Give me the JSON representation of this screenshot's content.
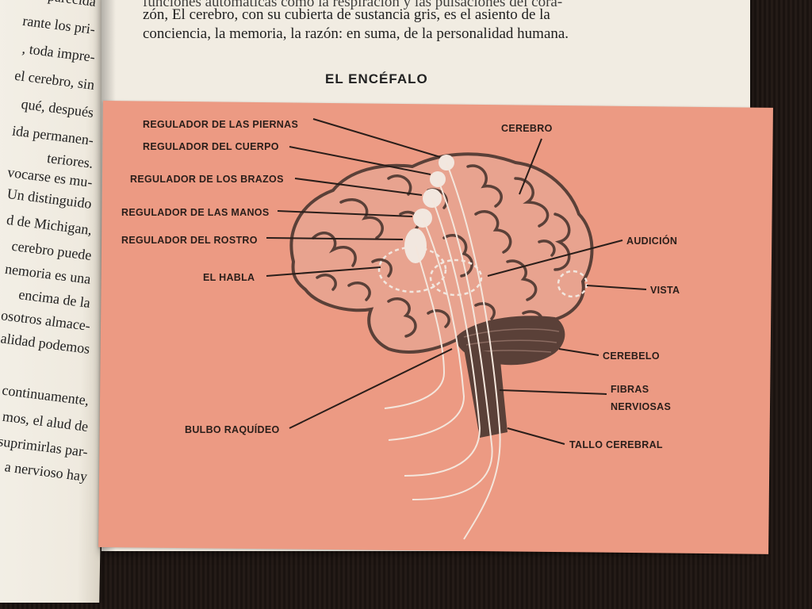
{
  "left_page": {
    "lines": [
      "s parecida",
      "rante los pri-",
      ", toda impre-",
      "el cerebro, sin",
      "qué, después",
      "ida permanen-",
      "teriores.",
      "vocarse es mu-",
      "Un distinguido",
      "d de Michigan,",
      "cerebro puede",
      "nemoria es una",
      "encima de la",
      "osotros almace-",
      "alidad podemos",
      "continuamente,",
      "mos, el alud de",
      "suprimirlas par-",
      "a nervioso hay"
    ]
  },
  "right_page": {
    "line_1": "funciones automáticas como la respiración y las pulsaciones del cora-",
    "line_2": "zón, El cerebro, con su cubierta de sustancia gris, es el asiento de la",
    "line_3": "conciencia, la memoria, la razón: en suma, de la personalidad humana.",
    "title": "EL ENCÉFALO"
  },
  "diagram": {
    "labels": {
      "piernas": "REGULADOR DE LAS PIERNAS",
      "cuerpo": "REGULADOR DEL CUERPO",
      "brazos": "REGULADOR DE LOS BRAZOS",
      "manos": "REGULADOR DE LAS MANOS",
      "rostro": "REGULADOR DEL ROSTRO",
      "habla": "EL HABLA",
      "bulbo": "BULBO RAQUÍDEO",
      "cerebro": "CEREBRO",
      "audicion": "AUDICIÓN",
      "vista": "VISTA",
      "cerebelo": "CEREBELO",
      "fibras_1": "FIBRAS",
      "fibras_2": "NERVIOSAS",
      "tallo": "TALLO CEREBRAL"
    },
    "colors": {
      "plate": "#ec9a83",
      "brain_line": "#5a4038",
      "nerve": "#f4e6dc"
    }
  }
}
